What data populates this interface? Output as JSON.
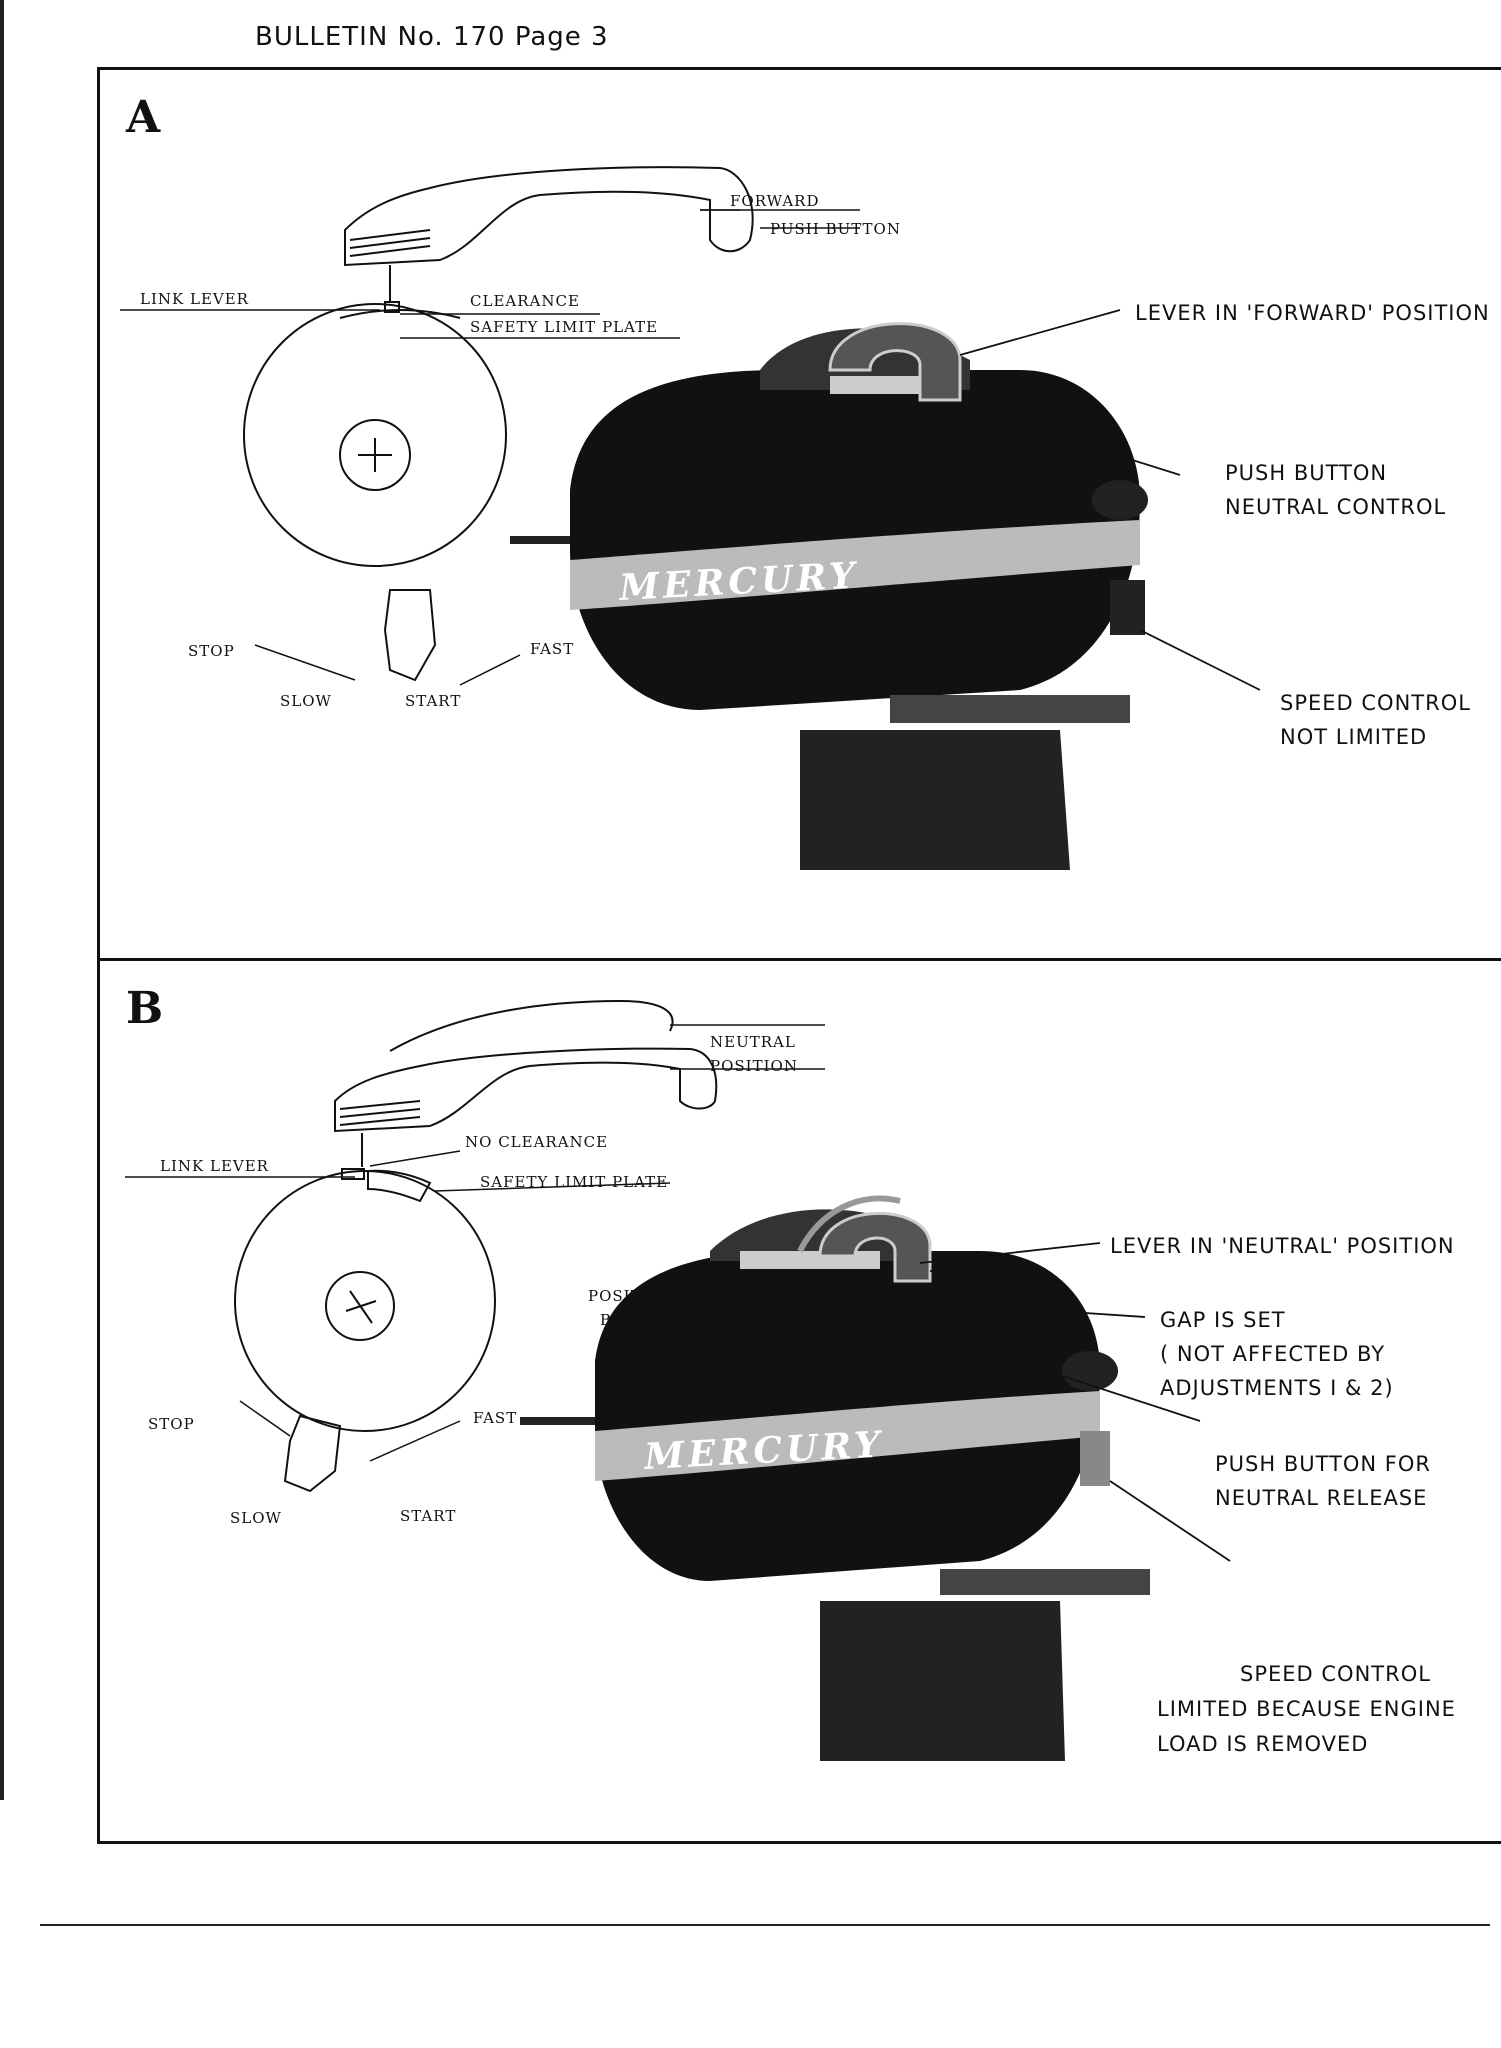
{
  "header": {
    "text": "BULLETIN  No. 170  Page 3"
  },
  "panels": [
    {
      "letter": "A",
      "diagram_labels": {
        "forward": "FORWARD",
        "push_button": "PUSH BUTTON",
        "link_lever": "LINK LEVER",
        "clearance": "CLEARANCE",
        "safety_limit_plate": "SAFETY LIMIT PLATE",
        "stop": "STOP",
        "fast": "FAST",
        "slow": "SLOW",
        "start": "START"
      },
      "photo_labels": {
        "lever": "LEVER IN 'FORWARD' POSITION",
        "push_button_1": "PUSH BUTTON",
        "push_button_2": "NEUTRAL CONTROL",
        "speed_1": "SPEED CONTROL",
        "speed_2": "NOT LIMITED"
      },
      "brand": "MERCURY"
    },
    {
      "letter": "B",
      "diagram_labels": {
        "neutral_1": "NEUTRAL",
        "neutral_2": "POSITION",
        "no_clearance": "NO CLEARANCE",
        "link_lever": "LINK LEVER",
        "safety_limit_plate": "SAFETY LIMIT PLATE",
        "position_1": "POSITION",
        "position_2": "B - D",
        "stop": "STOP",
        "fast": "FAST",
        "slow": "SLOW",
        "start": "START"
      },
      "photo_labels": {
        "lever": "LEVER IN 'NEUTRAL' POSITION",
        "gap_1": "GAP IS SET",
        "gap_2": "( NOT AFFECTED BY",
        "gap_3": "ADJUSTMENTS  I & 2)",
        "push_1": "PUSH BUTTON FOR",
        "push_2": "NEUTRAL RELEASE",
        "speed_1": "SPEED CONTROL",
        "speed_2": "LIMITED BECAUSE ENGINE",
        "speed_3": "LOAD IS REMOVED"
      },
      "brand": "MERCURY"
    }
  ]
}
